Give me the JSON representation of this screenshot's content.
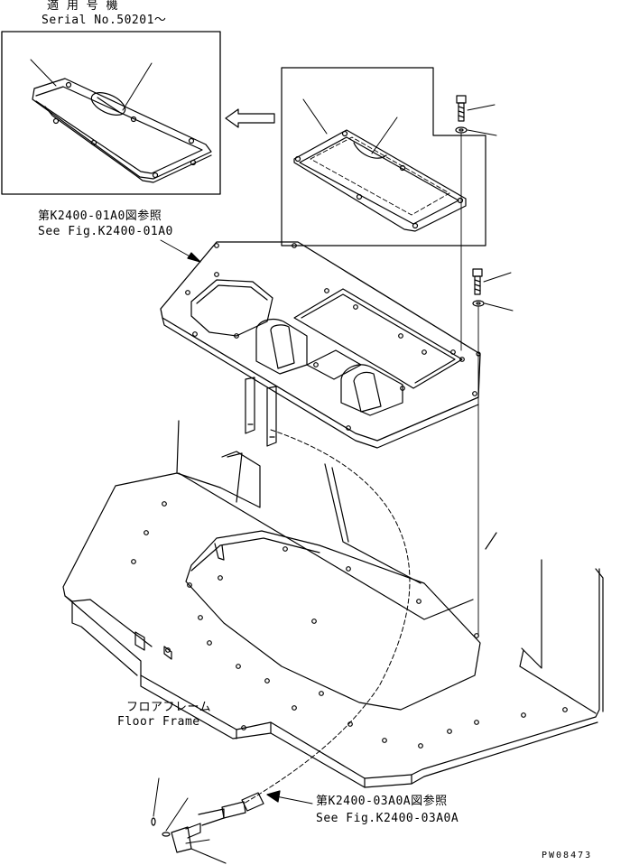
{
  "applicable": {
    "title": "適 用 号 機",
    "serial": "Serial No.50201～"
  },
  "refs": {
    "upper_jp": "第K2400-01A0図参照",
    "upper_en": "See Fig.K2400-01A0",
    "lower_jp": "第K2400-03A0A図参照",
    "lower_en": "See Fig.K2400-03A0A"
  },
  "floor_frame": {
    "jp": "フロアフレーム",
    "en": "Floor Frame"
  },
  "drawing_code": "PW08473",
  "colors": {
    "ink": "#000000",
    "paper": "#ffffff"
  }
}
